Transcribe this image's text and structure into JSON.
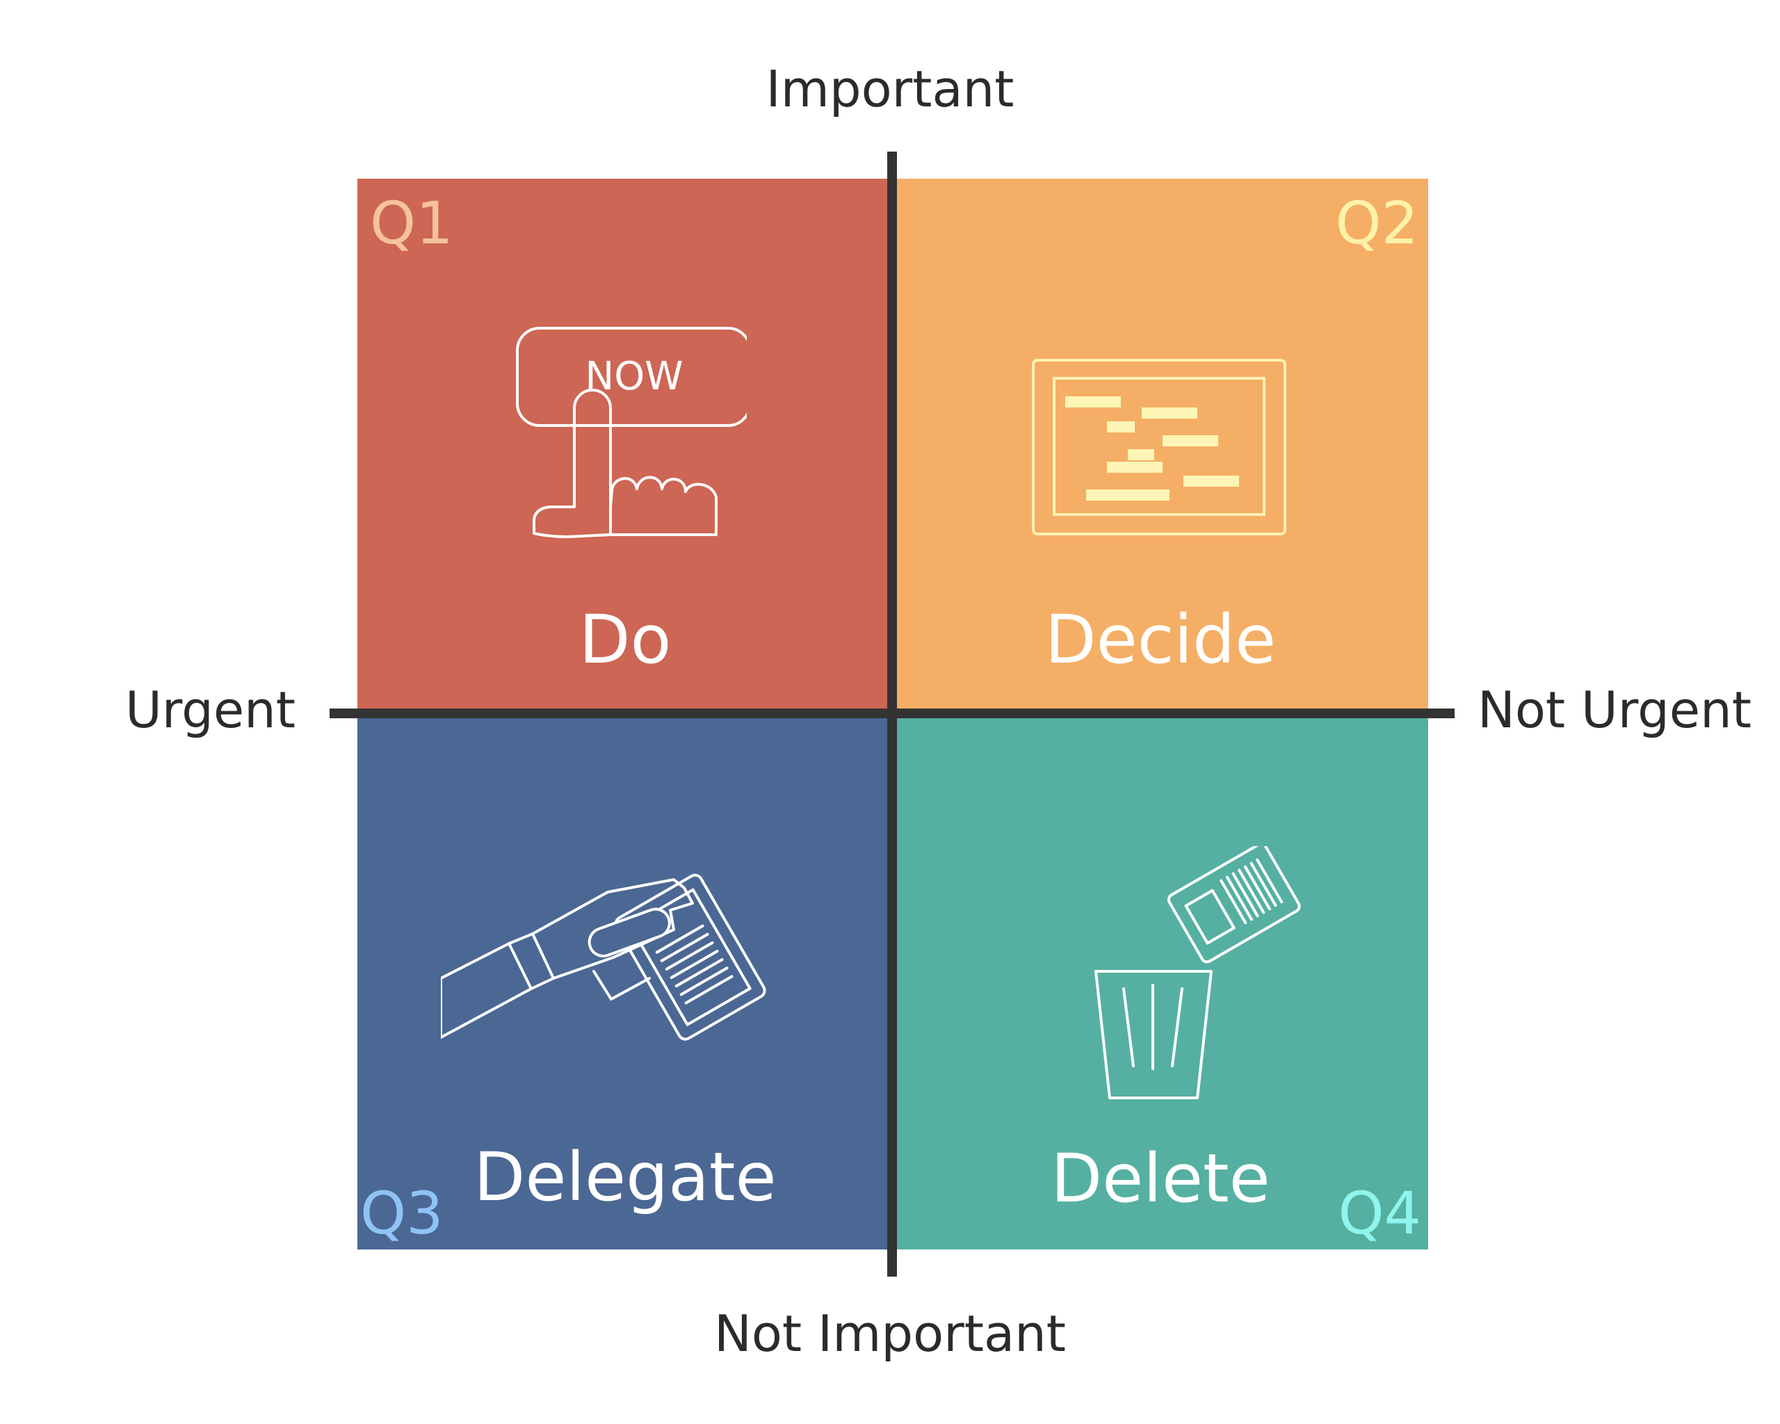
{
  "axes": {
    "top": "Important",
    "bottom": "Not Important",
    "left": "Urgent",
    "right": "Not Urgent"
  },
  "quadrants": [
    {
      "id": "Q1",
      "action": "Do",
      "color": "#cd6654",
      "id_color": "#f5c29a",
      "icon_text": "NOW",
      "icon": "finger-press-button-icon"
    },
    {
      "id": "Q2",
      "action": "Decide",
      "color": "#f5ae65",
      "id_color": "#fdf2a8",
      "icon": "schedule-chart-icon"
    },
    {
      "id": "Q3",
      "action": "Delegate",
      "color": "#4b6794",
      "id_color": "#8fc3f6",
      "icon": "hand-passing-document-icon"
    },
    {
      "id": "Q4",
      "action": "Delete",
      "color": "#55b0a1",
      "id_color": "#8ff5ee",
      "icon": "document-into-trash-icon"
    }
  ],
  "colors": {
    "axis": "#333333",
    "icon_stroke": "#ffffff",
    "chart_bar": "#fdf5b5",
    "chart_stroke": "#fdf2b5"
  }
}
